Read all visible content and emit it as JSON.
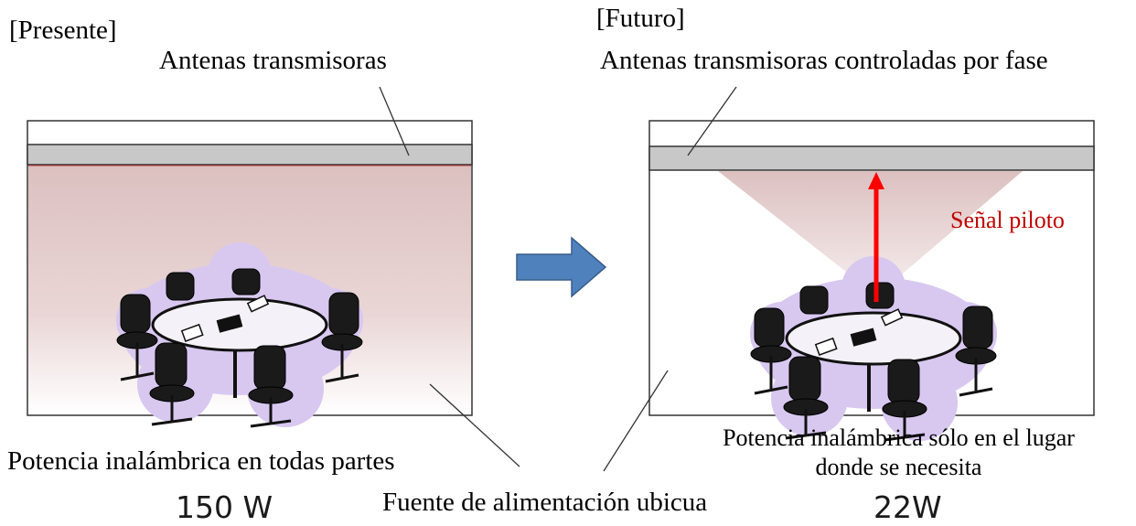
{
  "left_panel": {
    "heading": "[Presente]",
    "antenna_label": "Antenas transmisoras",
    "caption": "Potencia inalámbrica en todas partes",
    "power": "150 W"
  },
  "right_panel": {
    "heading": "[Futuro]",
    "antenna_label": "Antenas transmisoras controladas por fase",
    "pilot_label": "Señal piloto",
    "caption_line1": "Potencia inalámbrica sólo en el lugar",
    "caption_line2": "donde se necesita",
    "power": "22W"
  },
  "shared_label": "Fuente de alimentación ubicua",
  "colors": {
    "antenna_bar": "#c8c8c8",
    "power_field": "#e3c6c6",
    "pilot_arrow": "#ff0000",
    "pilot_text": "#c00000",
    "transition_arrow": "#4f81bd",
    "furniture_halo": "#d8c8f0"
  },
  "icons": [
    "meeting-table-icon",
    "right-arrow-icon",
    "pilot-arrow-icon"
  ]
}
